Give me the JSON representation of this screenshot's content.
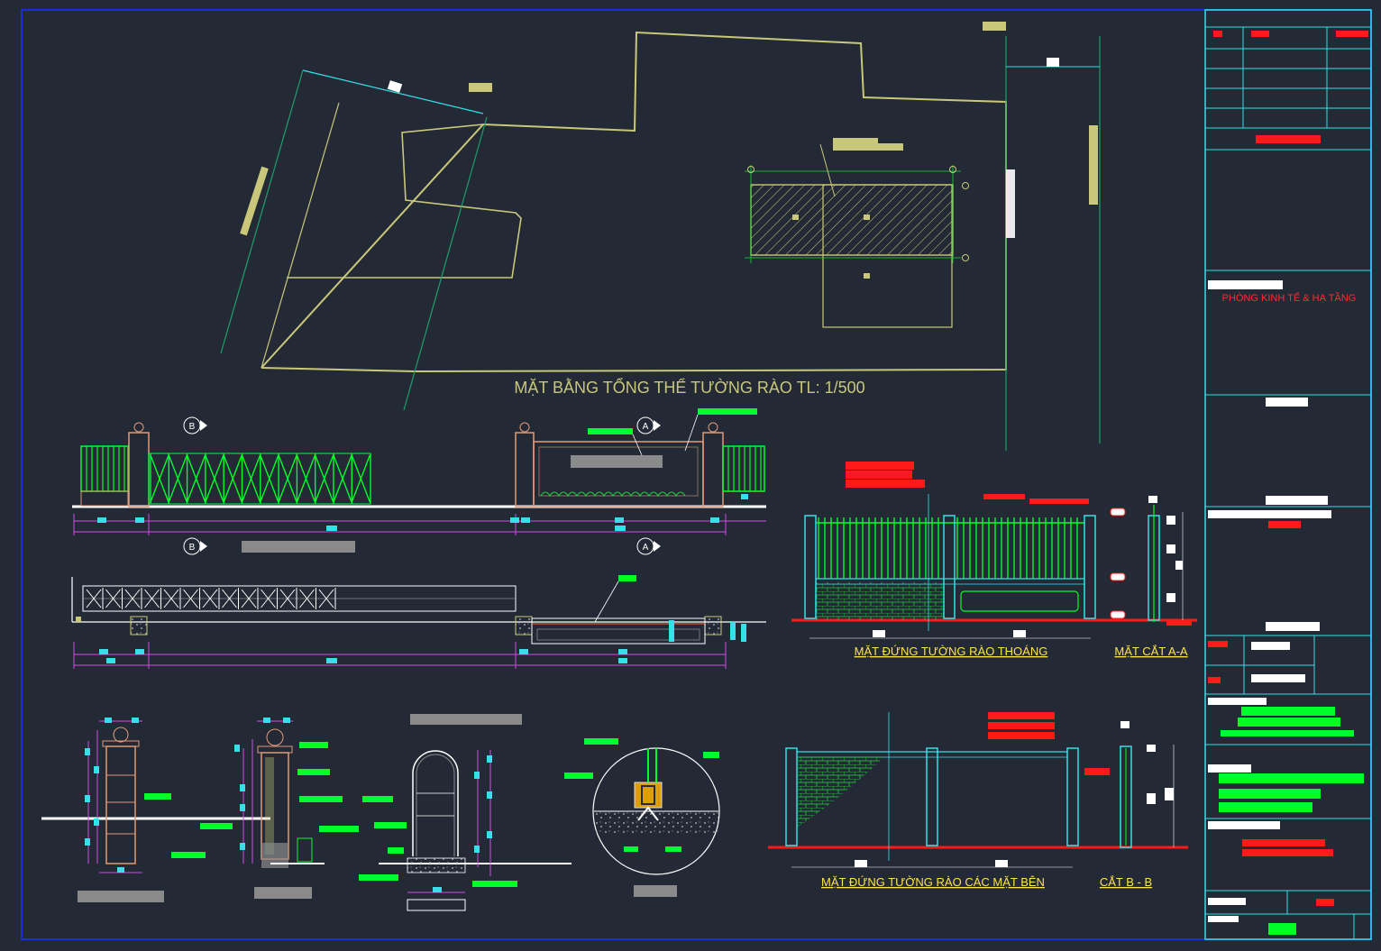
{
  "drawing": {
    "site_plan_title": "MẶT BẰNG TỔNG THỂ TƯỜNG RÀO TL: 1/500",
    "elevation_open_title": "MẶT ĐỨNG TƯỜNG RÀO THOÁNG",
    "section_aa_title": "MẶT CẮT A-A",
    "elevation_side_title": "MẶT ĐỨNG TƯỜNG RÀO CÁC MẶT BÊN",
    "section_bb_title": "CẮT B - B",
    "section_markers": {
      "a": "A",
      "b": "B"
    }
  },
  "title_block": {
    "department": "PHÒNG KINH TẾ & HẠ TẦNG"
  },
  "colors": {
    "background": "#232a35",
    "frame": "#1a2fd8",
    "site_line": "#c9c87a",
    "cyan": "#36e0e8",
    "green": "#00ff2a",
    "red": "#ff1a1a",
    "magenta": "#d24be6",
    "pillar": "#e29a7a"
  }
}
